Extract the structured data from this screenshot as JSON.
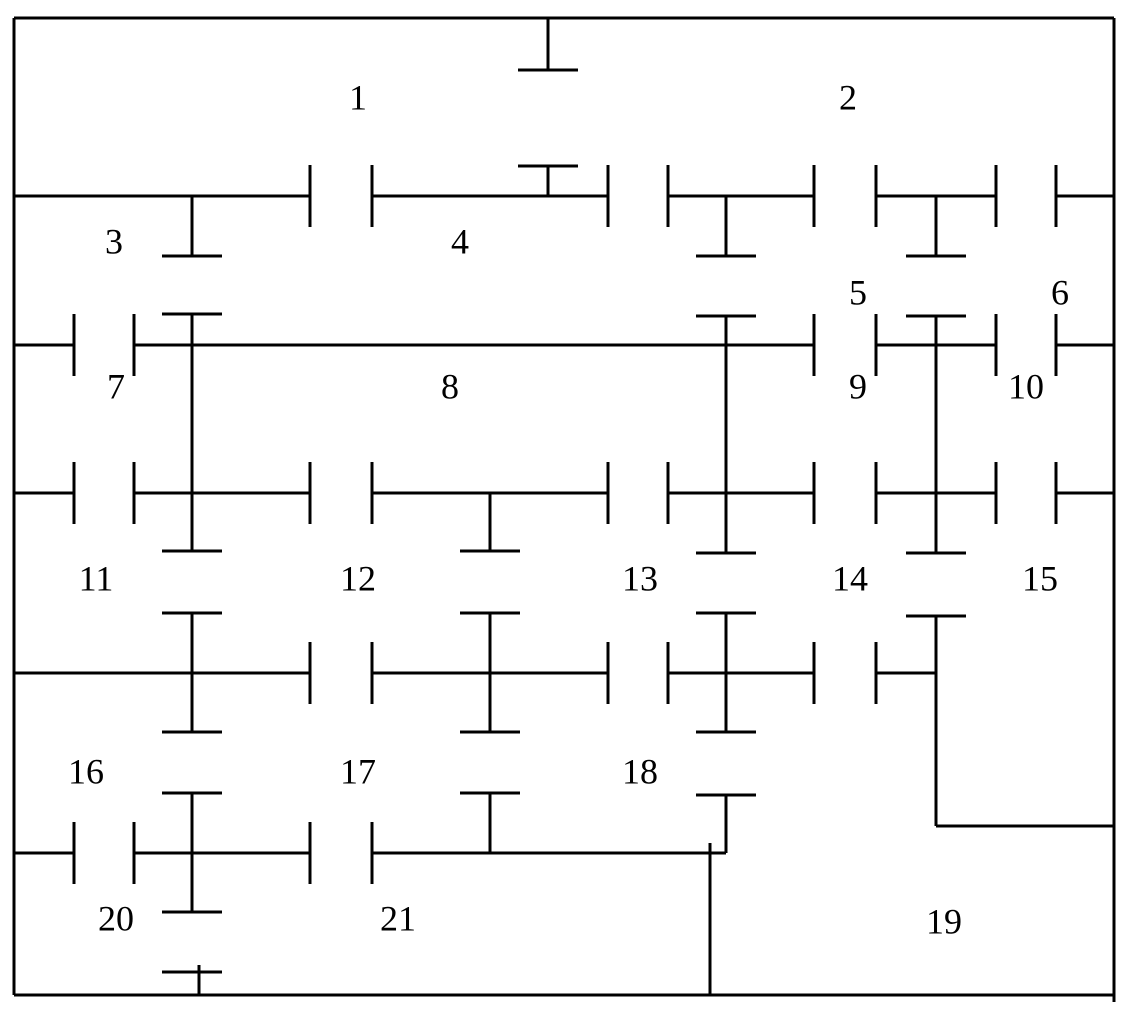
{
  "diagram": {
    "type": "floor-plan",
    "line_color": "#000000",
    "background_color": "#ffffff",
    "rooms": [
      {
        "id": "room-1",
        "label": "1"
      },
      {
        "id": "room-2",
        "label": "2"
      },
      {
        "id": "room-3",
        "label": "3"
      },
      {
        "id": "room-4",
        "label": "4"
      },
      {
        "id": "room-5",
        "label": "5"
      },
      {
        "id": "room-6",
        "label": "6"
      },
      {
        "id": "room-7",
        "label": "7"
      },
      {
        "id": "room-8",
        "label": "8"
      },
      {
        "id": "room-9",
        "label": "9"
      },
      {
        "id": "room-10",
        "label": "10"
      },
      {
        "id": "room-11",
        "label": "11"
      },
      {
        "id": "room-12",
        "label": "12"
      },
      {
        "id": "room-13",
        "label": "13"
      },
      {
        "id": "room-14",
        "label": "14"
      },
      {
        "id": "room-15",
        "label": "15"
      },
      {
        "id": "room-16",
        "label": "16"
      },
      {
        "id": "room-17",
        "label": "17"
      },
      {
        "id": "room-18",
        "label": "18"
      },
      {
        "id": "room-19",
        "label": "19"
      },
      {
        "id": "room-20",
        "label": "20"
      },
      {
        "id": "room-21",
        "label": "21"
      }
    ]
  }
}
